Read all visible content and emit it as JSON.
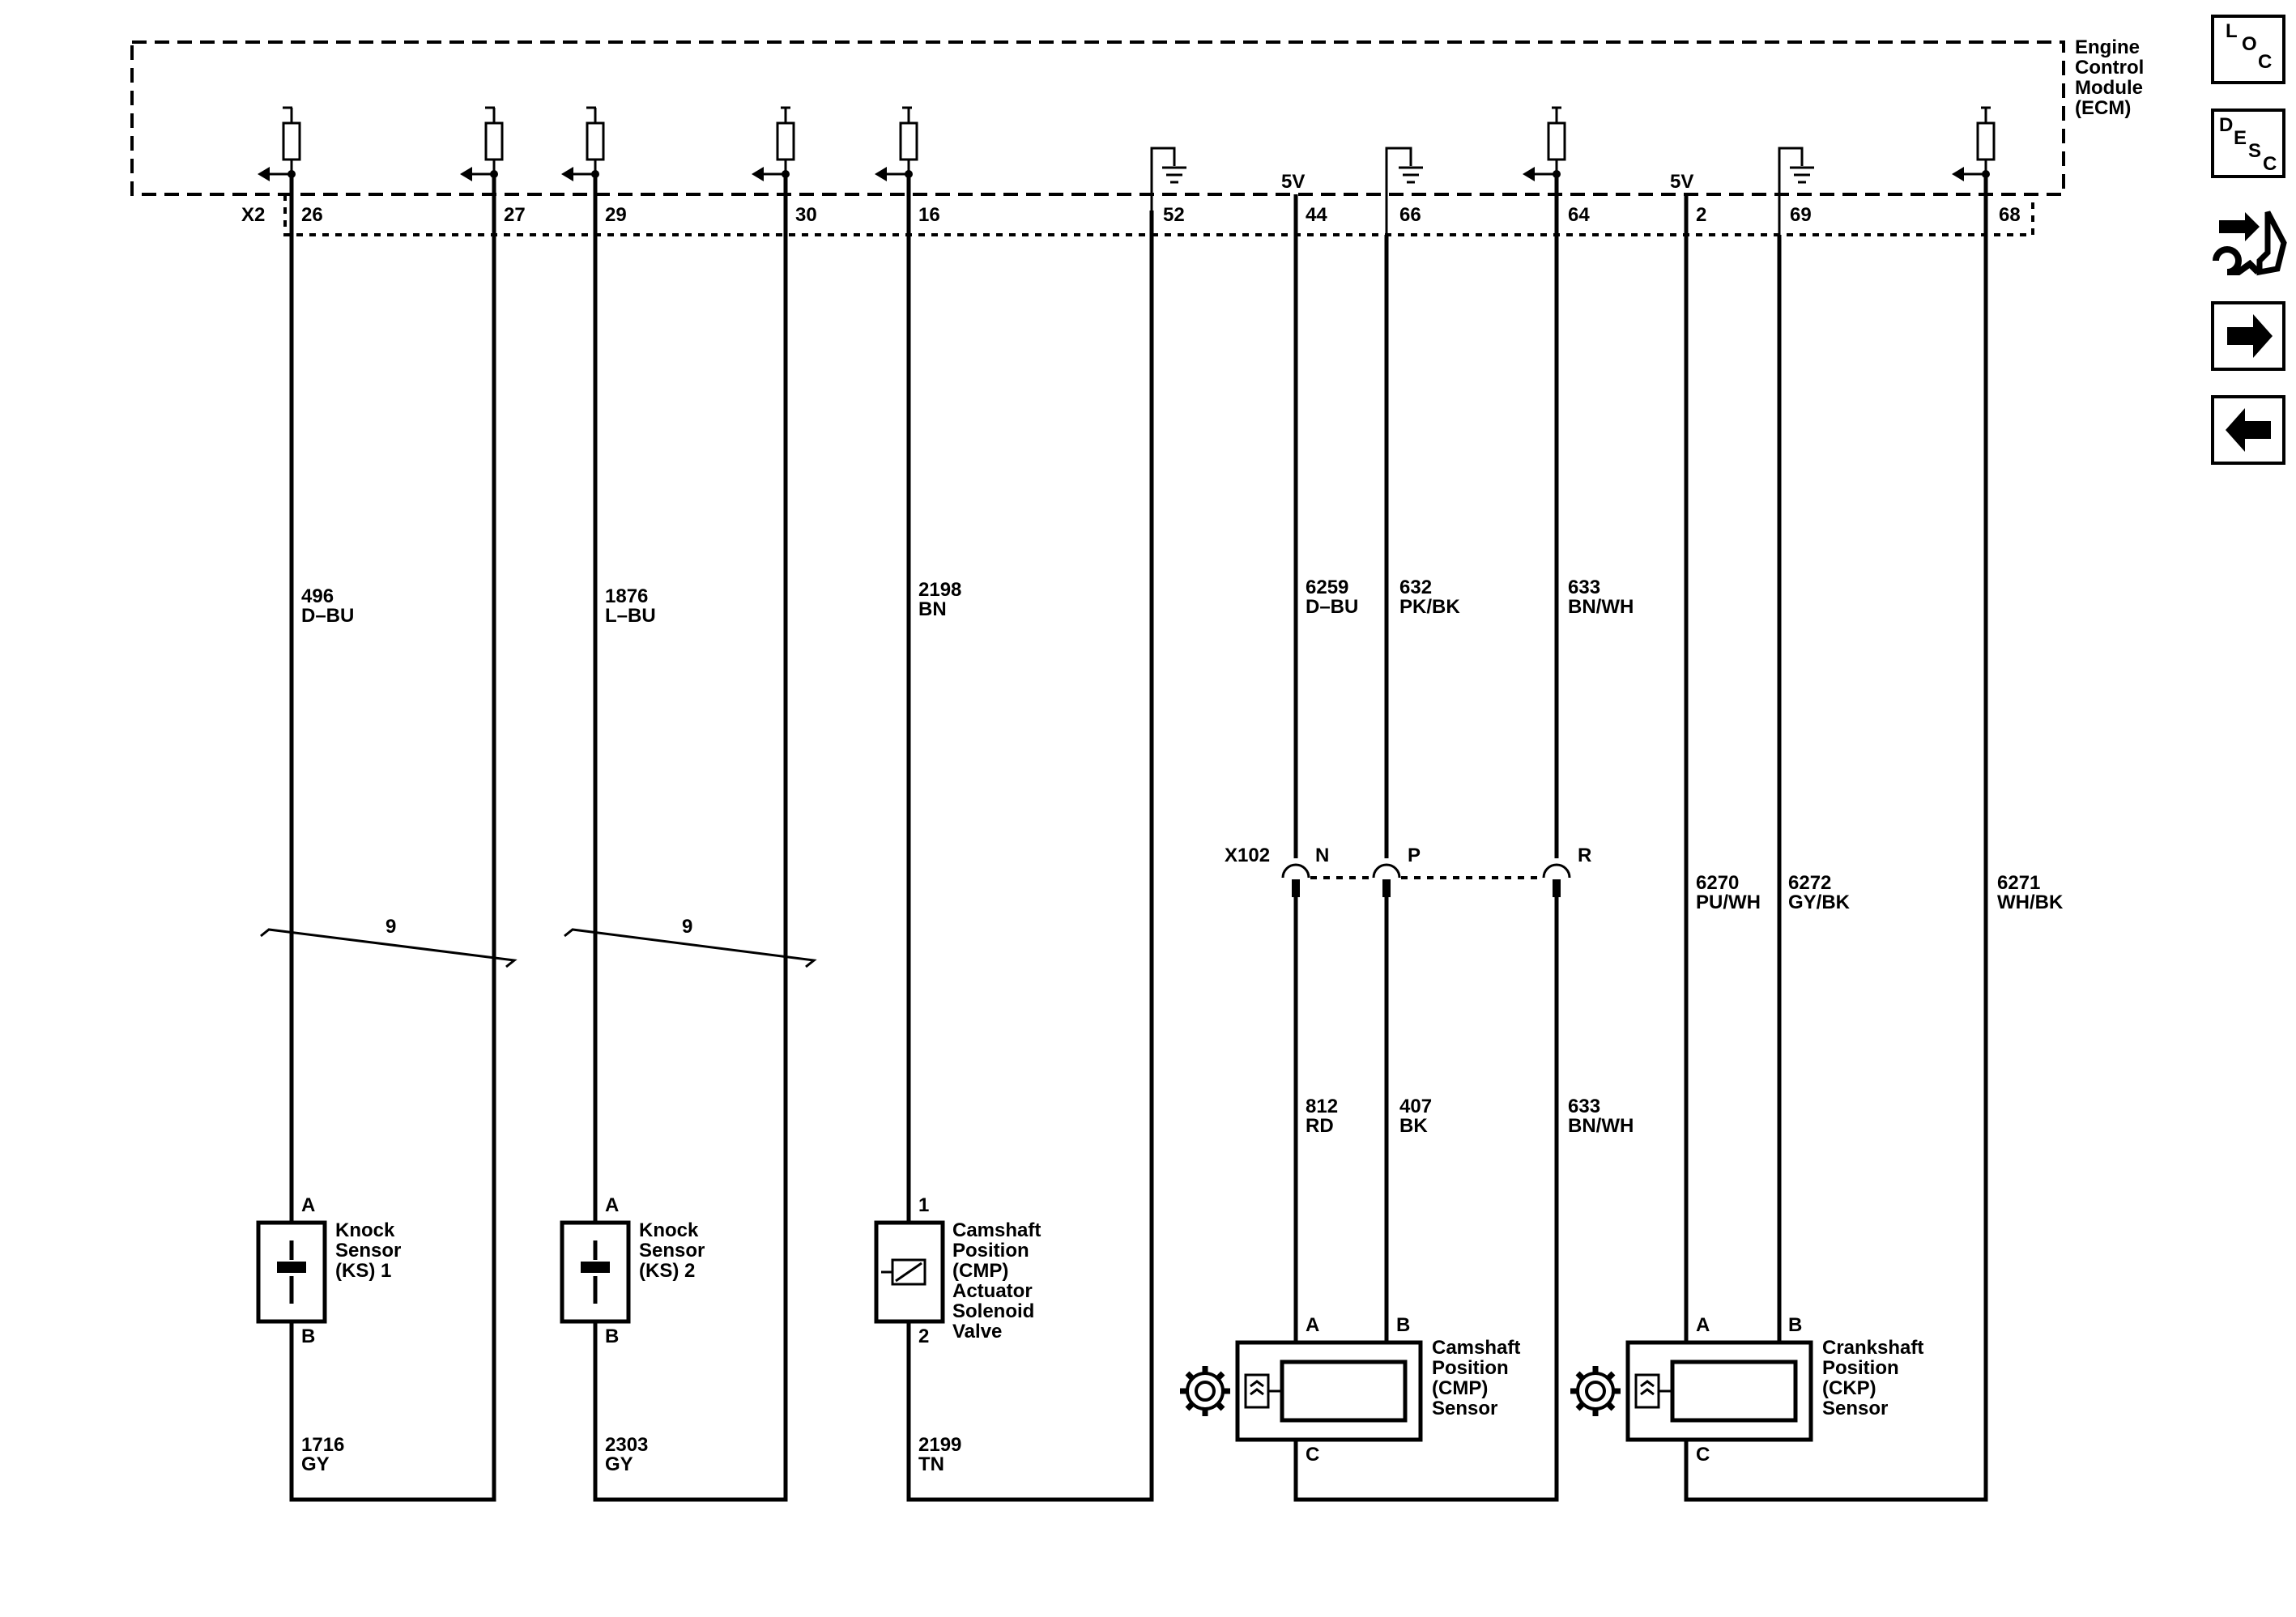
{
  "ecm": {
    "title_lines": [
      "Engine",
      "Control",
      "Module",
      "(ECM)"
    ],
    "connector": "X2",
    "pins": [
      "26",
      "27",
      "29",
      "30",
      "16",
      "52",
      "44",
      "66",
      "64",
      "2",
      "69",
      "68"
    ],
    "supply": "5V"
  },
  "wires": {
    "w26_top": {
      "num": "496",
      "color": "D–BU"
    },
    "w29_top": {
      "num": "1876",
      "color": "L–BU"
    },
    "w16_top": {
      "num": "2198",
      "color": "BN"
    },
    "w44_top": {
      "num": "6259",
      "color": "D–BU"
    },
    "w66_top": {
      "num": "632",
      "color": "PK/BK"
    },
    "w64_top": {
      "num": "633",
      "color": "BN/WH"
    },
    "w2": {
      "num": "6270",
      "color": "PU/WH"
    },
    "w69": {
      "num": "6272",
      "color": "GY/BK"
    },
    "w68": {
      "num": "6271",
      "color": "WH/BK"
    },
    "w44_bot": {
      "num": "812",
      "color": "RD"
    },
    "w66_bot": {
      "num": "407",
      "color": "BK"
    },
    "w64_bot": {
      "num": "633",
      "color": "BN/WH"
    },
    "ks1_bot": {
      "num": "1716",
      "color": "GY"
    },
    "ks2_bot": {
      "num": "2303",
      "color": "GY"
    },
    "sol_bot": {
      "num": "2199",
      "color": "TN"
    }
  },
  "shield_label": "9",
  "connector_x102": {
    "name": "X102",
    "pins": [
      "N",
      "P",
      "R"
    ]
  },
  "components": {
    "ks1": {
      "pin_top": "A",
      "pin_bot": "B",
      "lines": [
        "Knock",
        "Sensor",
        "(KS) 1"
      ]
    },
    "ks2": {
      "pin_top": "A",
      "pin_bot": "B",
      "lines": [
        "Knock",
        "Sensor",
        "(KS) 2"
      ]
    },
    "solenoid": {
      "pin_top": "1",
      "pin_bot": "2",
      "lines": [
        "Camshaft",
        "Position",
        "(CMP)",
        "Actuator",
        "Solenoid",
        "Valve"
      ]
    },
    "cmp": {
      "pins": [
        "A",
        "B",
        "C"
      ],
      "lines": [
        "Camshaft",
        "Position",
        "(CMP)",
        "Sensor"
      ]
    },
    "ckp": {
      "pins": [
        "A",
        "B",
        "C"
      ],
      "lines": [
        "Crankshaft",
        "Position",
        "(CKP)",
        "Sensor"
      ]
    }
  },
  "nav": {
    "loc": [
      "L",
      "O",
      "C"
    ],
    "desc": [
      "D",
      "E",
      "S",
      "C"
    ],
    "icons": [
      "connector-tool-icon",
      "forward-arrow-icon",
      "back-arrow-icon"
    ]
  }
}
